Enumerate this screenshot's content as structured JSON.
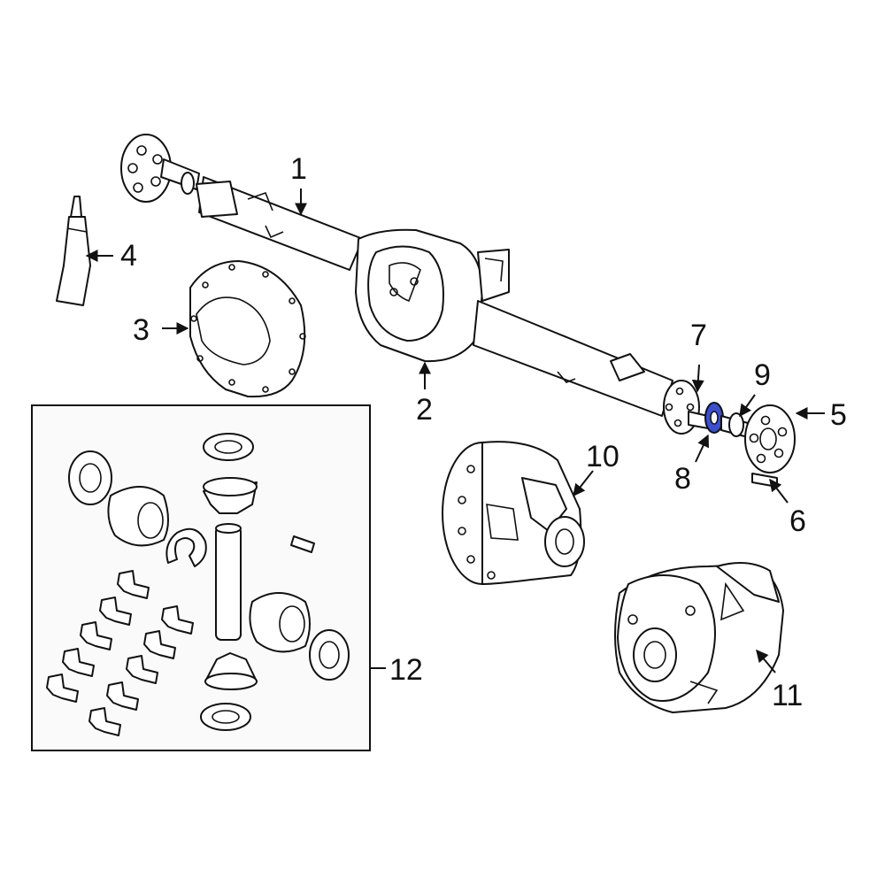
{
  "callouts": {
    "c1": "1",
    "c2": "2",
    "c3": "3",
    "c4": "4",
    "c5": "5",
    "c6": "6",
    "c7": "7",
    "c8": "8",
    "c9": "9",
    "c10": "10",
    "c11": "11",
    "c12": "12"
  },
  "colors": {
    "highlight": "#3a4fd0",
    "line": "#111111",
    "kit_background": "#fafafa"
  },
  "highlighted_part": "8"
}
